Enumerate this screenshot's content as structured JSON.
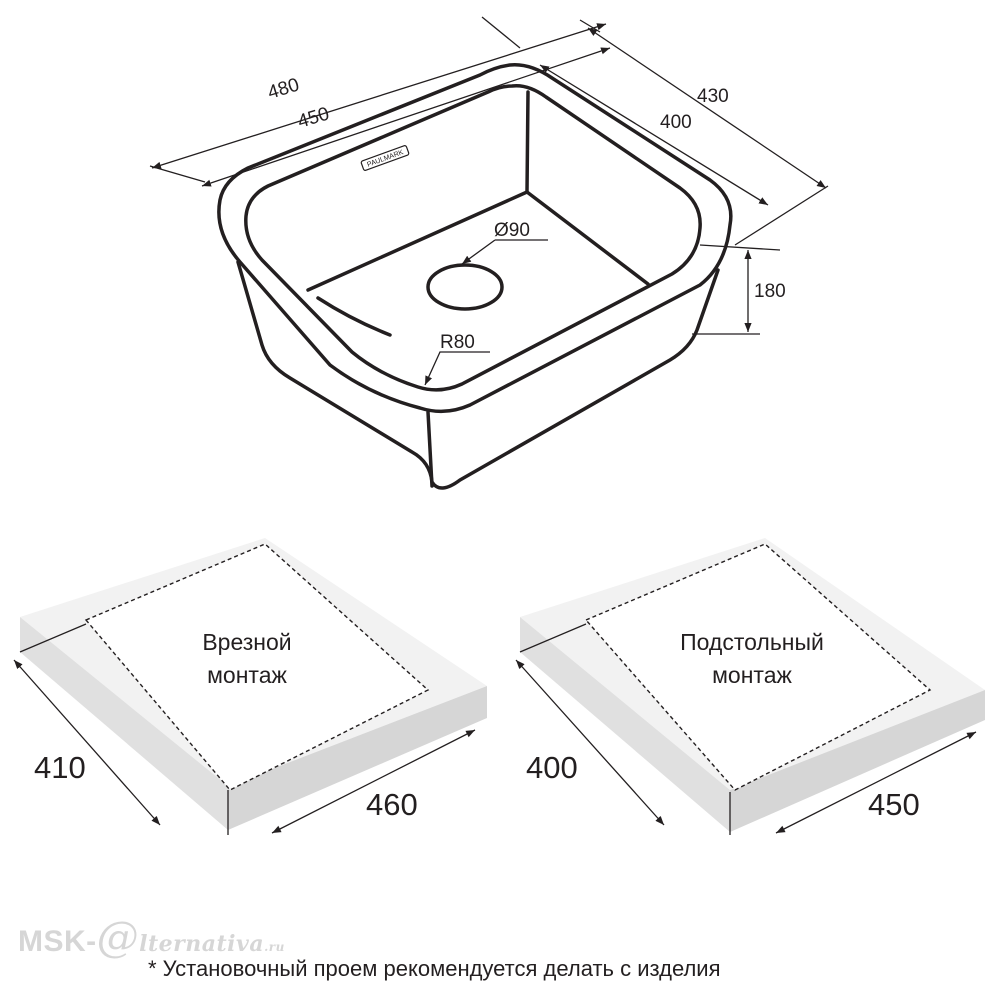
{
  "sink": {
    "dimensions": {
      "outer_width": "480",
      "inner_width": "450",
      "outer_depth": "430",
      "inner_depth": "400",
      "drain": "Ø90",
      "height": "180",
      "radius": "R80"
    },
    "logo_text": "PAULMARK"
  },
  "cutouts": [
    {
      "label_line1": "Врезной",
      "label_line2": "монтаж",
      "depth": "410",
      "width": "460"
    },
    {
      "label_line1": "Подстольный",
      "label_line2": "монтаж",
      "depth": "400",
      "width": "450"
    }
  ],
  "watermark": {
    "brand": "MSK-",
    "at": "@",
    "rest": "lternativa",
    "domain": ".ru"
  },
  "footnote": "* Установочный проем рекомендуется делать с изделия",
  "colors": {
    "line": "#231f20",
    "countertop_top": "#f2f2f2",
    "countertop_edge": "#d9d9d9",
    "watermark": "#d6d6d6"
  }
}
